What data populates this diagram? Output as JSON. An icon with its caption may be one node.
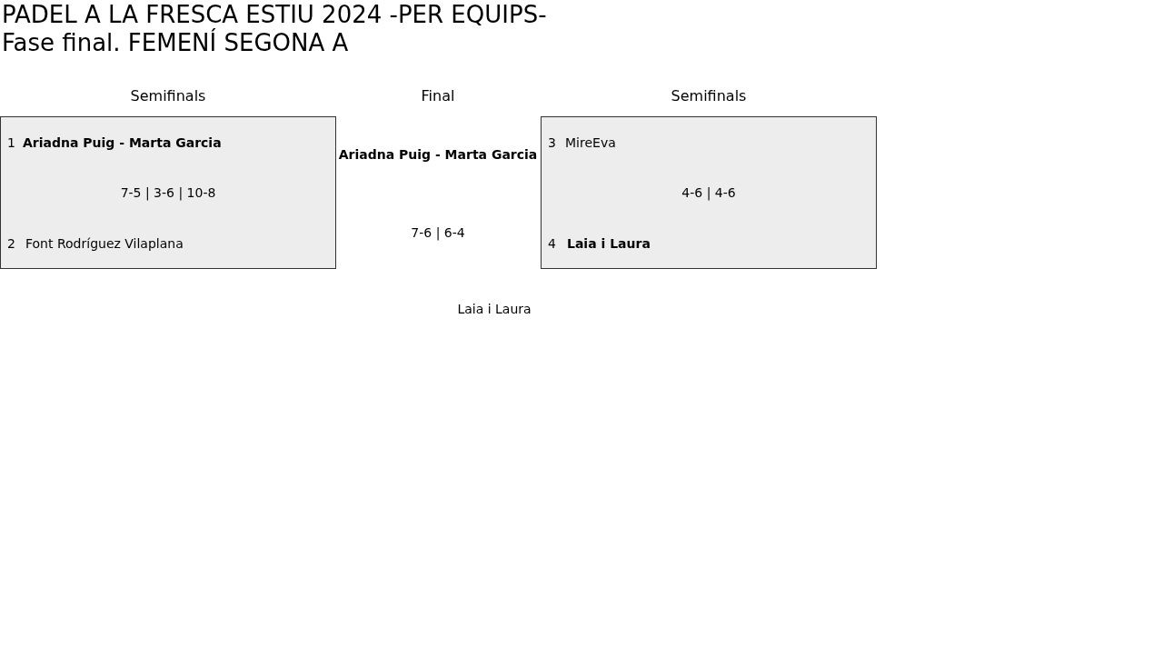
{
  "diagram": {
    "title": "PADEL A LA FRESCA ESTIU 2024 -PER EQUIPS- Fase final. FEMENÍ SEGONA A",
    "nodes": [
      {
        "text": [
          "1",
          "Ariadna Puig - Marta Garcia",
          "7-5 | 3-6 | 10-8",
          "2",
          "Font Rodríguez Vilaplana"
        ]
      },
      {
        "text": [
          "3",
          "MireEva",
          "4-6 | 4-6",
          "4",
          "Laia i Laura"
        ]
      }
    ],
    "labels": [
      "Semifinals",
      "Final",
      "Semifinals",
      "Ariadna Puig - Marta Garcia",
      "7-6 | 6-4",
      "Laia i Laura"
    ]
  }
}
